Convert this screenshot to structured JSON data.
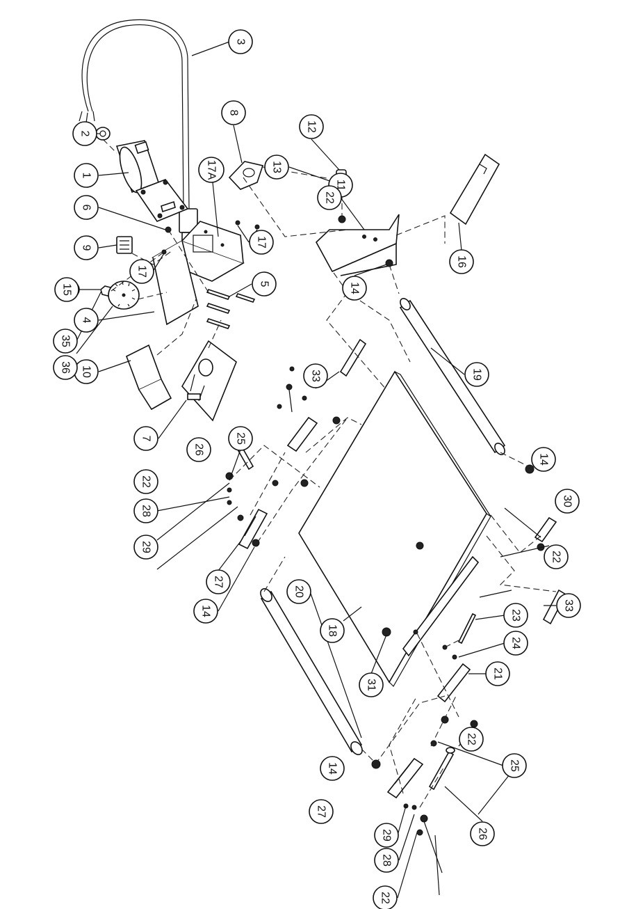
{
  "callouts": [
    {
      "id": "c1",
      "label": "1"
    },
    {
      "id": "c2",
      "label": "2"
    },
    {
      "id": "c3",
      "label": "3"
    },
    {
      "id": "c4",
      "label": "4"
    },
    {
      "id": "c5",
      "label": "5"
    },
    {
      "id": "c6",
      "label": "6"
    },
    {
      "id": "c7",
      "label": "7"
    },
    {
      "id": "c8",
      "label": "8"
    },
    {
      "id": "c9",
      "label": "9"
    },
    {
      "id": "c10",
      "label": "10"
    },
    {
      "id": "c11",
      "label": "11"
    },
    {
      "id": "c12",
      "label": "12"
    },
    {
      "id": "c13",
      "label": "13"
    },
    {
      "id": "c14a",
      "label": "14"
    },
    {
      "id": "c14b",
      "label": "14"
    },
    {
      "id": "c14c",
      "label": "14"
    },
    {
      "id": "c14d",
      "label": "14"
    },
    {
      "id": "c15",
      "label": "15"
    },
    {
      "id": "c16",
      "label": "16"
    },
    {
      "id": "c17a",
      "label": "17"
    },
    {
      "id": "c17b",
      "label": "17"
    },
    {
      "id": "c17A",
      "label": "17A"
    },
    {
      "id": "c18",
      "label": "18"
    },
    {
      "id": "c19",
      "label": "19"
    },
    {
      "id": "c20",
      "label": "20"
    },
    {
      "id": "c21",
      "label": "21"
    },
    {
      "id": "c22a",
      "label": "22"
    },
    {
      "id": "c22b",
      "label": "22"
    },
    {
      "id": "c22c",
      "label": "22"
    },
    {
      "id": "c22d",
      "label": "22"
    },
    {
      "id": "c22e",
      "label": "22"
    },
    {
      "id": "c23",
      "label": "23"
    },
    {
      "id": "c24",
      "label": "24"
    },
    {
      "id": "c25a",
      "label": "25"
    },
    {
      "id": "c25b",
      "label": "25"
    },
    {
      "id": "c26a",
      "label": "26"
    },
    {
      "id": "c26b",
      "label": "26"
    },
    {
      "id": "c27a",
      "label": "27"
    },
    {
      "id": "c27b",
      "label": "27"
    },
    {
      "id": "c28a",
      "label": "28"
    },
    {
      "id": "c28b",
      "label": "28"
    },
    {
      "id": "c29a",
      "label": "29"
    },
    {
      "id": "c29b",
      "label": "29"
    },
    {
      "id": "c30",
      "label": "30"
    },
    {
      "id": "c31",
      "label": "31"
    },
    {
      "id": "c33a",
      "label": "33"
    },
    {
      "id": "c33b",
      "label": "33"
    },
    {
      "id": "c35",
      "label": "35"
    },
    {
      "id": "c36",
      "label": "36"
    }
  ]
}
